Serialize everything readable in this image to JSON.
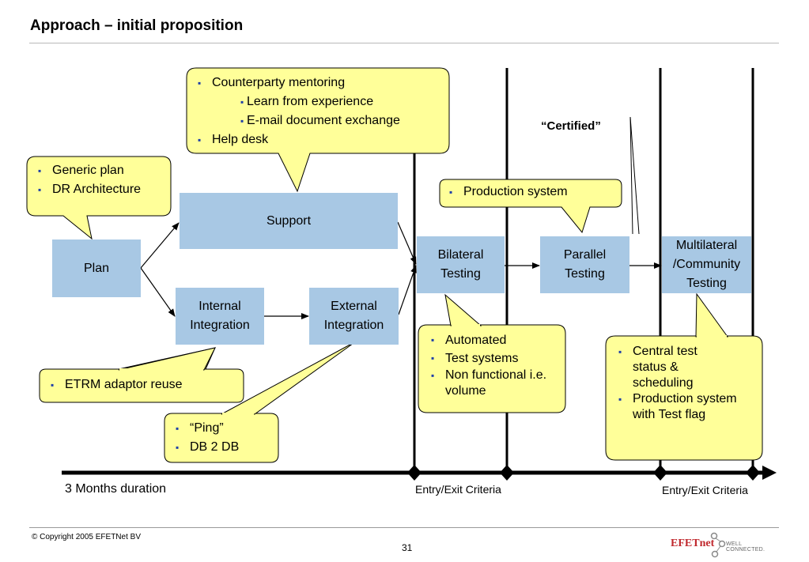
{
  "slide": {
    "title": "Approach – initial proposition",
    "copyright": "© Copyright 2005 EFETNet BV",
    "page_number": "31",
    "logo_text": "EFETnet",
    "logo_tagline": "WELL CONNECTED."
  },
  "boxes": {
    "plan": "Plan",
    "support": "Support",
    "internal": "Internal\nIntegration",
    "external": "External\nIntegration",
    "bilateral": "Bilateral\nTesting",
    "parallel": "Parallel\nTesting",
    "multilateral": "Multilateral\n/Community\nTesting"
  },
  "callouts": {
    "mentoring": {
      "items": [
        "Counterparty mentoring",
        "Help desk"
      ],
      "subitems": [
        "Learn from experience",
        "E-mail document exchange"
      ]
    },
    "generic": {
      "items": [
        "Generic plan",
        "DR Architecture"
      ]
    },
    "production": {
      "items": [
        "Production system"
      ]
    },
    "etrm": {
      "items": [
        "ETRM adaptor reuse"
      ]
    },
    "ping": {
      "items": [
        "“Ping”",
        "DB 2 DB"
      ]
    },
    "automated": {
      "items": [
        "Automated",
        "Test systems",
        "Non functional i.e. volume"
      ]
    },
    "central": {
      "items": [
        "Central test status & scheduling",
        "Production system with Test flag"
      ]
    }
  },
  "labels": {
    "certified": "“Certified”",
    "duration": "3 Months duration",
    "criteria_1": "Entry/Exit Criteria",
    "criteria_2": "Entry/Exit Criteria"
  },
  "colors": {
    "box_fill": "#a8c8e4",
    "callout_fill": "#ffff99",
    "bullet": "#1f3fa8",
    "logo_red": "#c0282d"
  }
}
